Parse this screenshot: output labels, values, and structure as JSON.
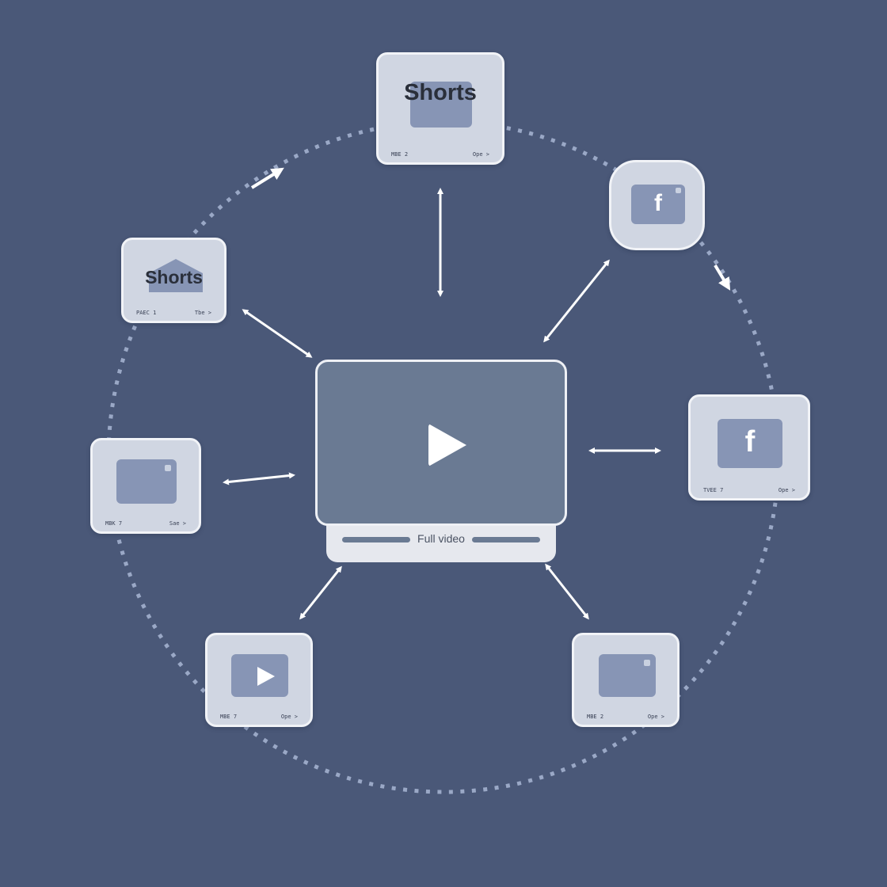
{
  "colors": {
    "background": "#4a5878",
    "card_fill": "#d0d6e2",
    "card_border": "#f1f3f7",
    "thumb_fill": "#8795b5",
    "center_fill": "#6a7a93",
    "arrow": "#ffffff",
    "dots": "#9aa8c6"
  },
  "center": {
    "label": "Full video",
    "icon": "play-icon"
  },
  "cards": [
    {
      "id": "top",
      "title": "Shorts",
      "footer_left": "MBE 2",
      "footer_right": "Ope >",
      "icon": "thumbnail-icon"
    },
    {
      "id": "upper-left",
      "title": "Shorts",
      "footer_left": "PAEC 1",
      "footer_right": "Tbe >",
      "icon": "house-icon"
    },
    {
      "id": "upper-right",
      "title": "",
      "icon": "facebook-icon",
      "glyph": "f"
    },
    {
      "id": "right",
      "title": "",
      "footer_left": "TVEE 7",
      "footer_right": "Ope >",
      "icon": "facebook-icon",
      "glyph": "f"
    },
    {
      "id": "left",
      "title": "",
      "footer_left": "MBK 7",
      "footer_right": "Sae >",
      "icon": "thumbnail-icon"
    },
    {
      "id": "bottom-left",
      "title": "",
      "footer_left": "MBE 7",
      "footer_right": "Ope >",
      "icon": "play-icon"
    },
    {
      "id": "bottom-right",
      "title": "",
      "footer_left": "MBE 2",
      "footer_right": "Ope >",
      "icon": "thumbnail-icon"
    }
  ],
  "connectors": [
    {
      "from": "center",
      "to": "top",
      "type": "bidirectional"
    },
    {
      "from": "center",
      "to": "upper-left",
      "type": "bidirectional"
    },
    {
      "from": "center",
      "to": "upper-right",
      "type": "bidirectional"
    },
    {
      "from": "center",
      "to": "right",
      "type": "bidirectional"
    },
    {
      "from": "center",
      "to": "left",
      "type": "bidirectional"
    },
    {
      "from": "center",
      "to": "bottom-left",
      "type": "bidirectional"
    },
    {
      "from": "center",
      "to": "bottom-right",
      "type": "bidirectional"
    },
    {
      "on": "circle",
      "type": "flow-arrow",
      "direction": "clockwise",
      "position": "upper-left"
    },
    {
      "on": "circle",
      "type": "flow-arrow",
      "direction": "clockwise",
      "position": "upper-right"
    }
  ]
}
